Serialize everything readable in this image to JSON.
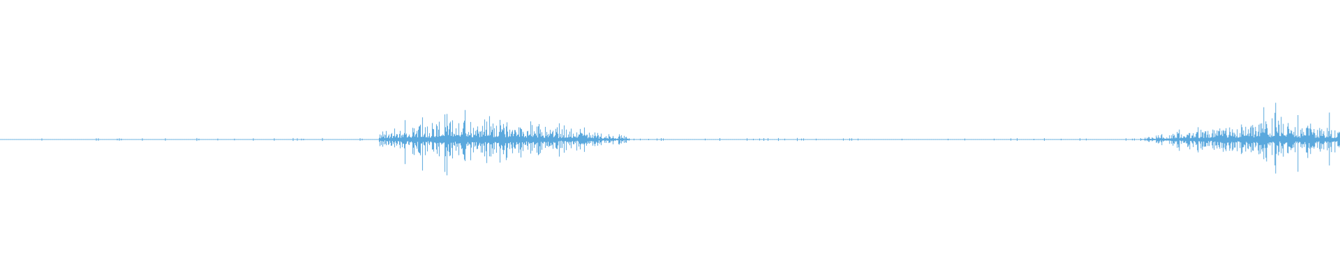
{
  "waveform": {
    "color": "#5aa8dd",
    "background": "#ffffff",
    "description_kind": "audio-waveform",
    "segments": [
      {
        "kind": "silence",
        "start": 0.0,
        "end": 0.283
      },
      {
        "kind": "burst",
        "start": 0.283,
        "end": 0.47,
        "peak": 0.18,
        "profile": [
          0.05,
          0.12,
          0.16,
          0.18,
          0.14,
          0.1,
          0.06,
          0.03
        ]
      },
      {
        "kind": "silence",
        "start": 0.47,
        "end": 0.852
      },
      {
        "kind": "burst",
        "start": 0.852,
        "end": 1.0,
        "peak": 0.16,
        "profile": [
          0.02,
          0.05,
          0.08,
          0.11,
          0.14,
          0.16,
          0.12,
          0.1
        ]
      }
    ]
  }
}
